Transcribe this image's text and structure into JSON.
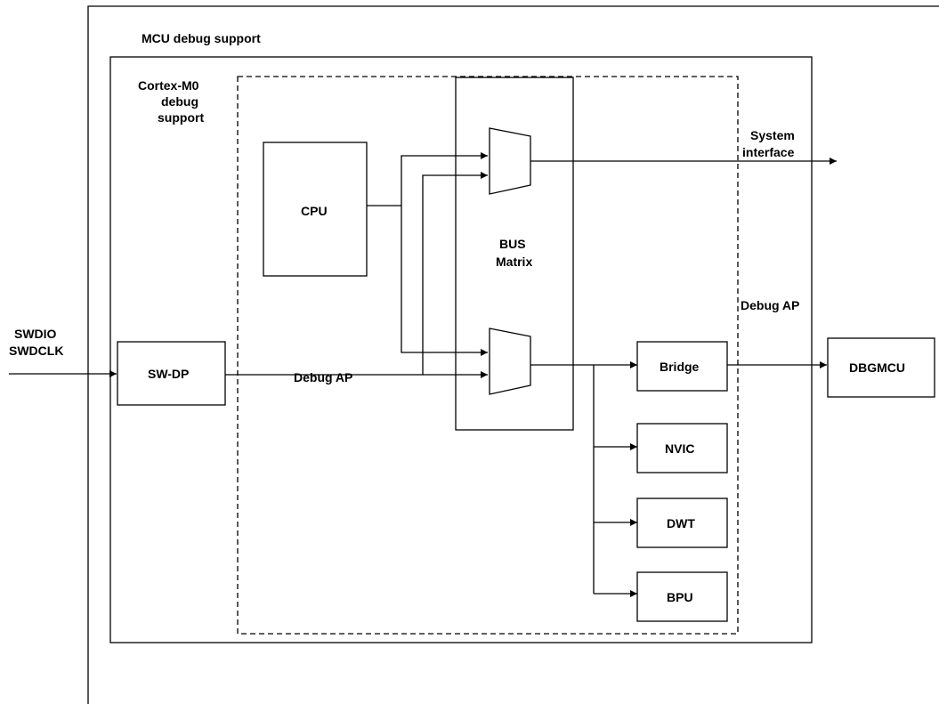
{
  "labels": {
    "mcu_debug_support": "MCU debug support",
    "cortex_line1": "Cortex-M0",
    "cortex_line2": "debug",
    "cortex_line3": "support",
    "cpu": "CPU",
    "bus_line1": "BUS",
    "bus_line2": "Matrix",
    "system_line1": "System",
    "system_line2": "interface",
    "debug_ap_right": "Debug AP",
    "debug_ap_bottom": "Debug AP",
    "swdio": "SWDIO",
    "swdclk": "SWDCLK",
    "sw_dp": "SW-DP",
    "bridge": "Bridge",
    "nvic": "NVIC",
    "dwt": "DWT",
    "bpu": "BPU",
    "dbgmcu": "DBGMCU"
  },
  "colors": {
    "stroke": "#000000",
    "background": "#ffffff"
  }
}
